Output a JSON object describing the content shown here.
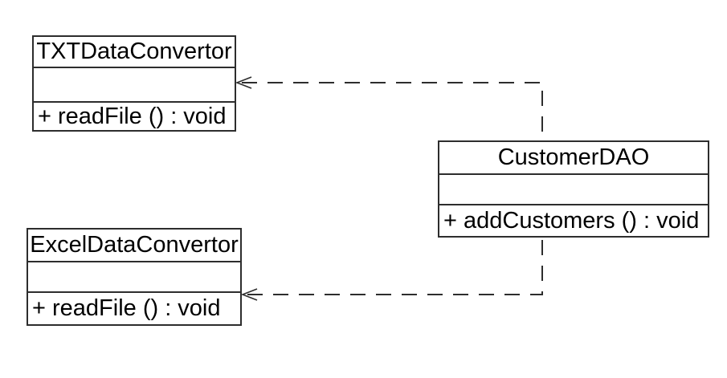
{
  "diagram": {
    "type": "UML class diagram",
    "background": "#ffffff",
    "colors": {
      "line": "#2d2d2d",
      "text": "#000000",
      "box_fill": "#ffffff"
    },
    "classes": [
      {
        "name": "TXTDataConvertor",
        "attributes": [],
        "methods": [
          "+ readFile () : void"
        ]
      },
      {
        "name": "CustomerDAO",
        "attributes": [],
        "methods": [
          "+ addCustomers () : void"
        ]
      },
      {
        "name": "ExcelDataConvertor",
        "attributes": [],
        "methods": [
          "+ readFile () : void"
        ]
      }
    ],
    "relations": [
      {
        "from": "CustomerDAO",
        "to": "TXTDataConvertor",
        "type": "dependency",
        "line_style": "dashed",
        "arrowhead": "open"
      },
      {
        "from": "CustomerDAO",
        "to": "ExcelDataConvertor",
        "type": "dependency",
        "line_style": "dashed",
        "arrowhead": "open"
      }
    ]
  }
}
